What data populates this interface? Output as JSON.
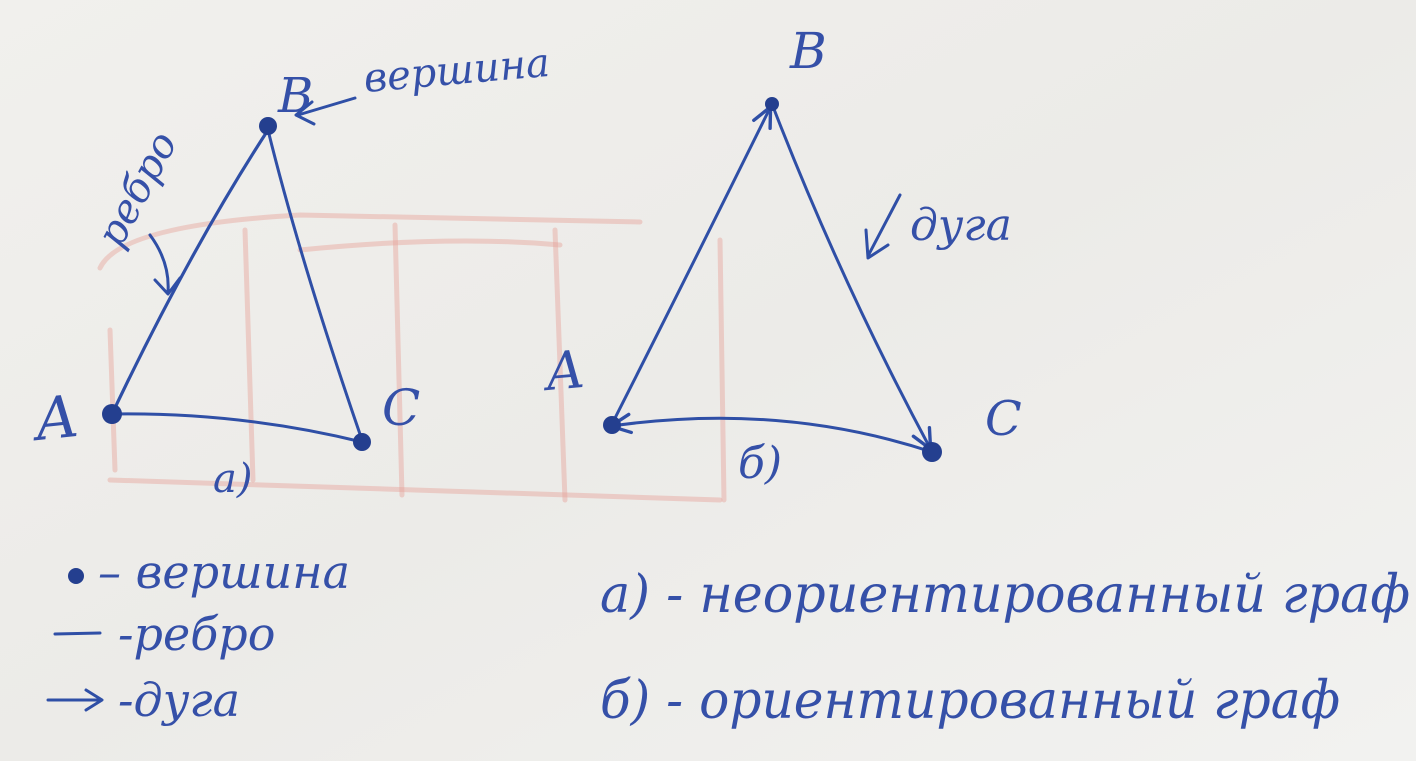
{
  "colors": {
    "ink": "#2f4fa6",
    "ink_dark": "#243f8f",
    "board": "#eeedea",
    "ghost_red": "#e6a39c"
  },
  "graph_a": {
    "label_a": "A",
    "label_b": "B",
    "label_c": "C",
    "vertex_annotation": "вершина",
    "edge_annotation": "ребро",
    "caption": "а)"
  },
  "graph_b": {
    "label_a": "A",
    "label_b": "B",
    "label_c": "C",
    "arc_annotation": "дуга",
    "caption": "б)"
  },
  "legend": {
    "vertex_text": "– вершина",
    "edge_text": "-ребро",
    "arc_text": "-дуга"
  },
  "definitions": {
    "undirected": "а) - неориентированный граф",
    "directed": "б) - ориентированный граф"
  }
}
